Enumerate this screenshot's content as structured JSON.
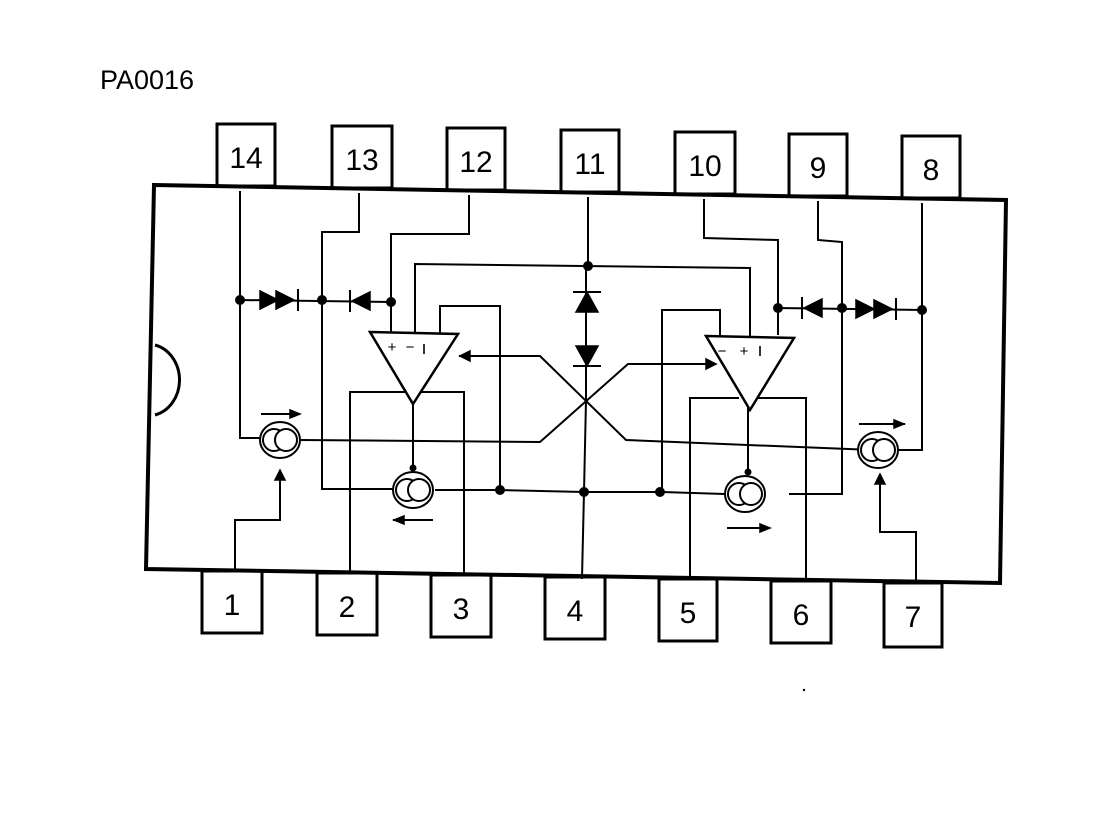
{
  "reference_code": "PA0016",
  "pins": {
    "top": [
      "14",
      "13",
      "12",
      "11",
      "10",
      "9",
      "8"
    ],
    "bottom": [
      "1",
      "2",
      "3",
      "4",
      "5",
      "6",
      "7"
    ]
  },
  "amplifier_signs": {
    "left_plus": "+",
    "left_minus": "−",
    "right_plus": "+",
    "right_minus": "−"
  },
  "icons": [
    "ic-package",
    "diode",
    "op-amp",
    "current-source",
    "junction-dot",
    "pin-notch"
  ]
}
